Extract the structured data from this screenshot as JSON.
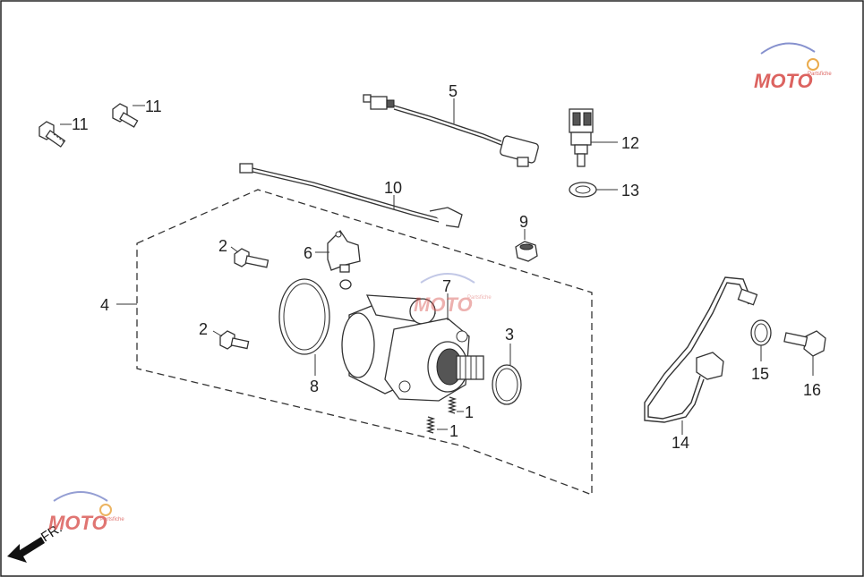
{
  "diagram": {
    "callouts": [
      {
        "id": "c1a",
        "text": "1"
      },
      {
        "id": "c1b",
        "text": "1"
      },
      {
        "id": "c2a",
        "text": "2"
      },
      {
        "id": "c2b",
        "text": "2"
      },
      {
        "id": "c3",
        "text": "3"
      },
      {
        "id": "c4",
        "text": "4"
      },
      {
        "id": "c5",
        "text": "5"
      },
      {
        "id": "c6",
        "text": "6"
      },
      {
        "id": "c7",
        "text": "7"
      },
      {
        "id": "c8",
        "text": "8"
      },
      {
        "id": "c9",
        "text": "9"
      },
      {
        "id": "c10",
        "text": "10"
      },
      {
        "id": "c11a",
        "text": "11"
      },
      {
        "id": "c11b",
        "text": "11"
      },
      {
        "id": "c12",
        "text": "12"
      },
      {
        "id": "c13",
        "text": "13"
      },
      {
        "id": "c14",
        "text": "14"
      },
      {
        "id": "c15",
        "text": "15"
      },
      {
        "id": "c16",
        "text": "16"
      }
    ],
    "direction_label": "FR.",
    "watermark": {
      "text": "MOTO",
      "subtext": "Partsfiche",
      "colors": {
        "primary": "#d9534f",
        "secondary": "#7a86c9",
        "gear": "#e8a23a"
      }
    }
  }
}
